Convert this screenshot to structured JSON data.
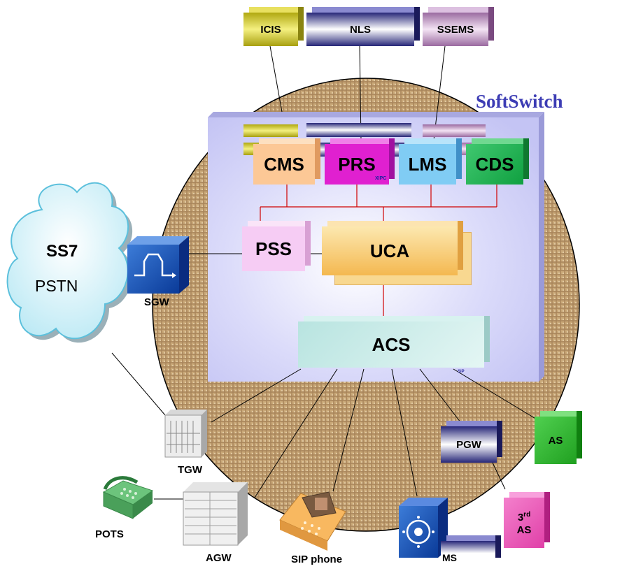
{
  "title": "SoftSwitch",
  "top_systems": {
    "icis": "ICIS",
    "nls": "NLS",
    "ssems": "SSEMS"
  },
  "modules": {
    "cms": "CMS",
    "prs": "PRS",
    "xipc": "XIPC",
    "lms": "LMS",
    "cds": "CDS",
    "pss": "PSS",
    "uca": "UCA",
    "acs": "ACS",
    "sip": "SIP"
  },
  "pstn": {
    "ss7": "SS7",
    "pstn": "PSTN"
  },
  "gateways": {
    "sgw": "SGW",
    "tgw": "TGW",
    "agw": "AGW",
    "pots": "POTS",
    "sip_phone": "SIP phone",
    "ms": "MS",
    "pgw": "PGW",
    "as": "AS",
    "third_as_num": "3",
    "third_as_sup": "rd",
    "third_as_label": "AS"
  },
  "colors": {
    "yellow": "#c8c020",
    "navy": "#3a3a8c",
    "mauve": "#b089b4",
    "cms": "#fcc896",
    "prs": "#e020d0",
    "lms": "#80ccf4",
    "cds": "#20b050",
    "pss": "#f6ccf4",
    "uca": "#f8c878",
    "acs": "#c8ece8",
    "as": "#30c030",
    "third_as": "#f060c0",
    "panel": "#ccccf8"
  }
}
